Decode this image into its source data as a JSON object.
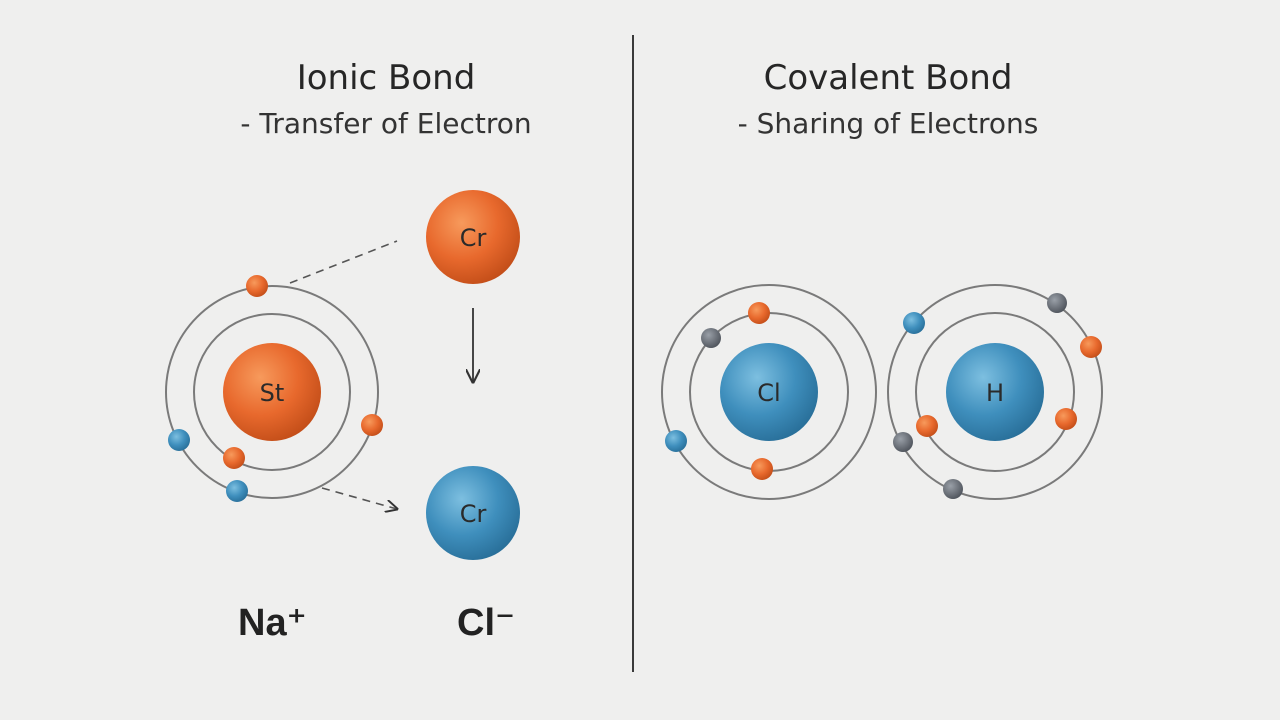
{
  "ionic": {
    "title": "Ionic Bond",
    "subtitle": "- Transfer of Electron",
    "atom_main": "St",
    "atom_top": "Cr",
    "atom_bottom": "Cr",
    "label_left": "Na⁺",
    "label_right": "Cl⁻"
  },
  "covalent": {
    "title": "Covalent Bond",
    "subtitle": "- Sharing of Electrons",
    "atom_left": "Cl",
    "atom_right": "H"
  },
  "colors": {
    "orange": "#e8692d",
    "blue": "#3f8fbd",
    "gray": "#6b7078",
    "orbit": "#7a7a7a",
    "divider": "#3a3a3a"
  }
}
